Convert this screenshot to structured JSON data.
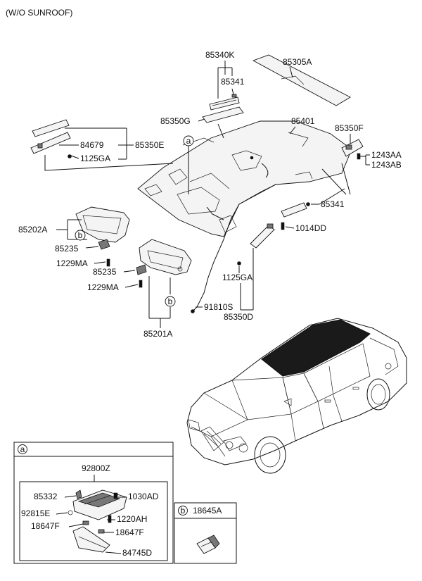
{
  "header": {
    "variant": "(W/O SUNROOF)"
  },
  "parts": {
    "p85340K": "85340K",
    "p85341_top": "85341",
    "p85305A": "85305A",
    "p85350G": "85350G",
    "p85401": "85401",
    "p85350F": "85350F",
    "p1243AA": "1243AA",
    "p1243AB": "1243AB",
    "p84679": "84679",
    "p85350E": "85350E",
    "p1125GA_left": "1125GA",
    "p85341_right": "85341",
    "p1014DD": "1014DD",
    "p85202A": "85202A",
    "p85235_a": "85235",
    "p1229MA_a": "1229MA",
    "p85235_b": "85235",
    "p1229MA_b": "1229MA",
    "p1125GA_right": "1125GA",
    "p91810S": "91810S",
    "p85350D": "85350D",
    "p85201A": "85201A"
  },
  "callouts": {
    "a": "a",
    "b": "b"
  },
  "detail_a": {
    "tag": "a",
    "assembly": "92800Z",
    "p85332": "85332",
    "p1030AD": "1030AD",
    "p92815E": "92815E",
    "p1220AH": "1220AH",
    "p18647F_left": "18647F",
    "p18647F_right": "18647F",
    "p84745D": "84745D"
  },
  "detail_b": {
    "tag": "b",
    "part": "18645A"
  }
}
